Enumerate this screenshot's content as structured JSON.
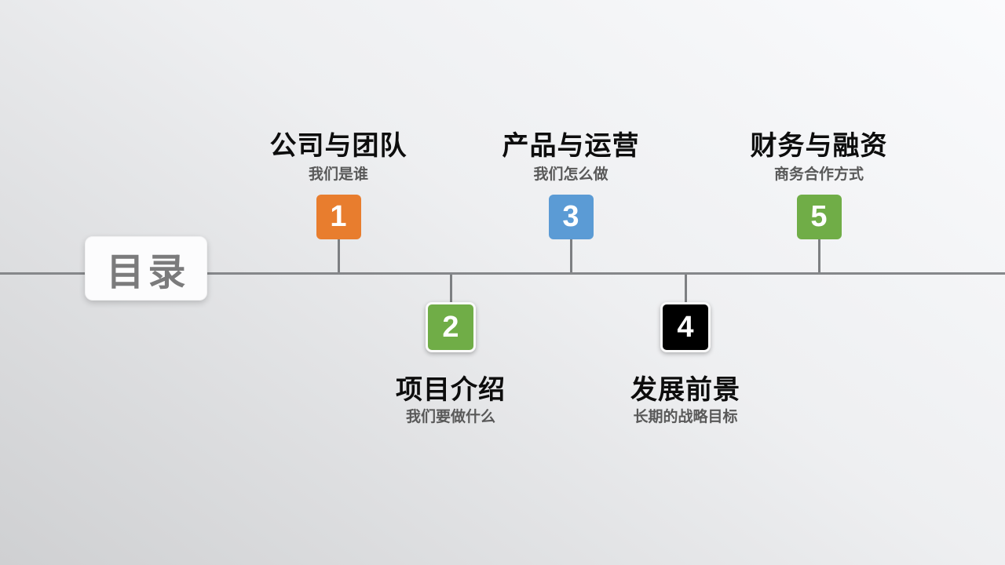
{
  "catalog": {
    "label": "目录"
  },
  "items": [
    {
      "number": "1",
      "title": "公司与团队",
      "subtitle": "我们是谁",
      "color": "#e87d2e",
      "position": "above"
    },
    {
      "number": "2",
      "title": "项目介绍",
      "subtitle": "我们要做什么",
      "color": "#70ad47",
      "position": "below"
    },
    {
      "number": "3",
      "title": "产品与运营",
      "subtitle": "我们怎么做",
      "color": "#5b9bd5",
      "position": "above"
    },
    {
      "number": "4",
      "title": "发展前景",
      "subtitle": "长期的战略目标",
      "color": "#000000",
      "position": "below"
    },
    {
      "number": "5",
      "title": "财务与融资",
      "subtitle": "商务合作方式",
      "color": "#70ad47",
      "position": "above"
    }
  ],
  "colors": {
    "timeline_line": "#85878a",
    "connector": "#7d7f82",
    "title_text": "#0d0d0d",
    "subtitle_text": "#595959",
    "catalog_text": "#7b7b7c"
  }
}
